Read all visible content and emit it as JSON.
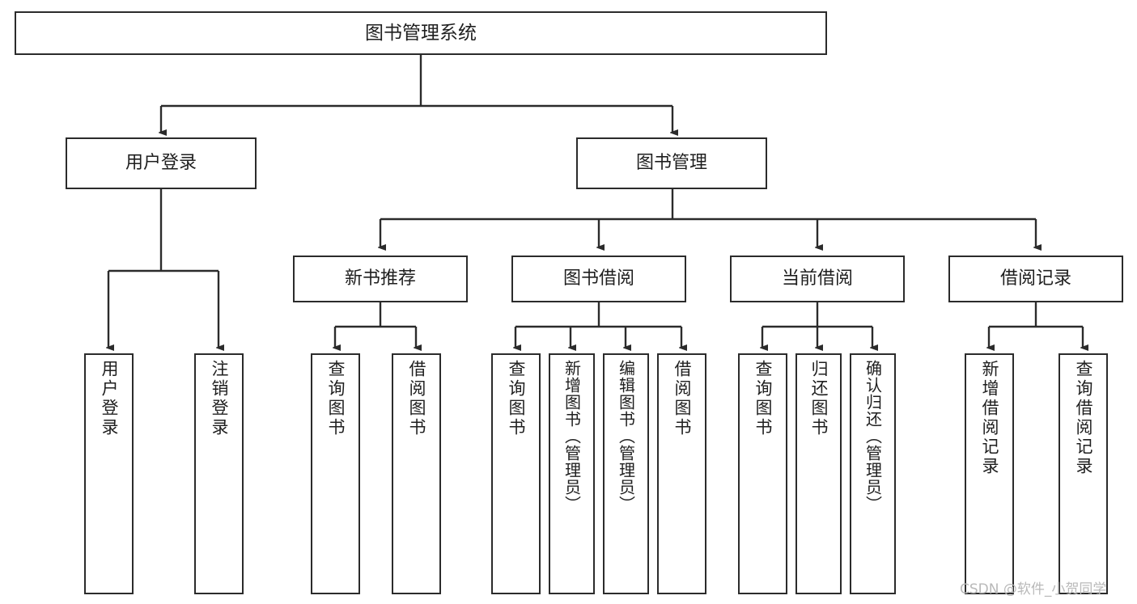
{
  "diagram": {
    "type": "tree",
    "title": "图书管理系统",
    "orientation": "top-down",
    "colors": {
      "node_border": "#2b2b2b",
      "node_fill": "#ffffff",
      "edge": "#2b2b2b",
      "text": "#1f1f1f",
      "background": "#ffffff",
      "watermark": "#b9b9b9"
    },
    "watermark": "CSDN @软件_小贺同学",
    "nodes": {
      "root": {
        "label": "图书管理系统"
      },
      "level2": [
        {
          "label": "用户登录"
        },
        {
          "label": "图书管理"
        }
      ],
      "level3": [
        {
          "label": "新书推荐"
        },
        {
          "label": "图书借阅"
        },
        {
          "label": "当前借阅"
        },
        {
          "label": "借阅记录"
        }
      ],
      "leaves": {
        "user_login": [
          {
            "label": "用户登录"
          },
          {
            "label": "注销登录"
          }
        ],
        "new_book_recommend": [
          {
            "label": "查询图书"
          },
          {
            "label": "借阅图书"
          }
        ],
        "book_borrow": [
          {
            "label": "查询图书"
          },
          {
            "label": "新增图书（管理员）"
          },
          {
            "label": "编辑图书（管理员）"
          },
          {
            "label": "借阅图书"
          }
        ],
        "current_borrow": [
          {
            "label": "查询图书"
          },
          {
            "label": "归还图书"
          },
          {
            "label": "确认归还（管理员）"
          }
        ],
        "borrow_record": [
          {
            "label": "新增借阅记录"
          },
          {
            "label": "查询借阅记录"
          }
        ]
      }
    }
  }
}
